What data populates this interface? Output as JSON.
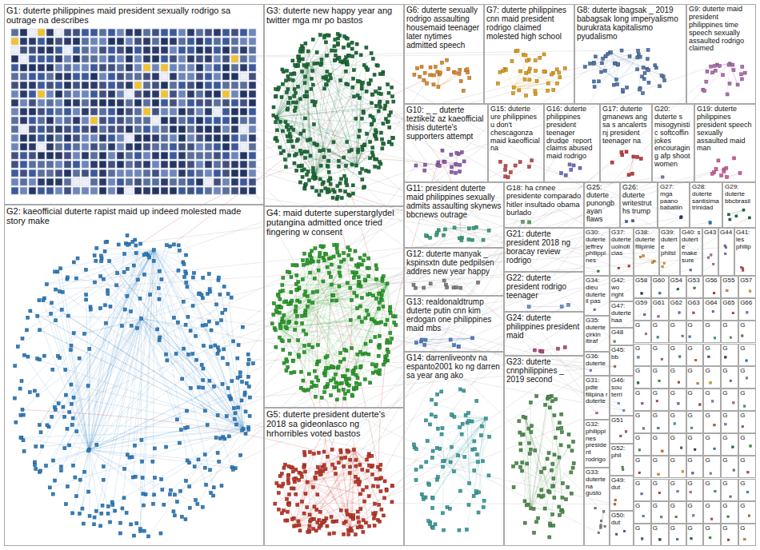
{
  "diagram": {
    "nodes": [
      {
        "text": [
          "G1: duterte philippines maid president sexually rodrigo sa outrage na describes"
        ]
      },
      {
        "text": [
          "G2: kaeofficial duterte rapist maid up indeed molested made story make"
        ]
      },
      {
        "text": [
          "G3: duterte new happy year ang twitter mga mr po bastos"
        ]
      },
      {
        "text": [
          "G4: maid duterte superstarglydel putangina admitted once tried fingering w consent"
        ]
      },
      {
        "text": [
          "G5: duterte president duterte's 2018 sa gideonlasco ng hrhorribles voted bastos"
        ]
      },
      {
        "text": [
          "G6: duterte sexually rodrigo assaulting housemaid teenager later nytimes admitted speech"
        ]
      },
      {
        "text": [
          "G7: duterte philippines cnn maid president rodrigo claimed molested high school"
        ]
      },
      {
        "text": [
          "G8: duterte ibagsak _ 2019 babagsak long imperyalismo burukrata kapitalismo pyudalismo"
        ]
      },
      {
        "text": [
          "G9: duterte maid president philippines time speech sexually assaulted rodrigo claimed"
        ]
      },
      {
        "text": [
          "G10: _ _ duterte teztikelz az kaeofficial thisis duterte's supporters attempt"
        ]
      },
      {
        "text": [
          "G15: duterte ure philippines u don't chescagonza maid kaeofficial na"
        ]
      },
      {
        "text": [
          "G16: duterte philippines president teenager drudge_report claims abused maid rodrigo"
        ]
      },
      {
        "text": [
          "G17: duterte gmanews ang sa s ancalerts nj president teenager na"
        ]
      },
      {
        "text": [
          "G20: duterte s misogynistic softcoffin jokes encouraging afp shoot women"
        ]
      },
      {
        "text": [
          "G19: duterte philippines president speech sexually assaulted maid man"
        ]
      },
      {
        "text": [
          "G11: president duterte maid philippines sexually admits assaulting skynews bbcnews outrage"
        ]
      },
      {
        "text": [
          "G12: duterte manyak _ kspinsxtn dute pedpilsen addres new year happy"
        ]
      },
      {
        "text": [
          "G13: realdonaldtrump duterte putin cnn kim erdogan one philippines maid mbs"
        ]
      },
      {
        "text": [
          "G14: darrenliveontv na espanto2001 ko ng darren sa year ang ako"
        ]
      },
      {
        "text": [
          "G18: ha cnnee presidente comparado hitler insultado obama burlado"
        ]
      },
      {
        "text": [
          "G21: duterte president 2018 ng boracay review rodrigo"
        ]
      },
      {
        "text": [
          "G22: duterte president rodrigo teenager"
        ]
      },
      {
        "text": [
          "G24: duterte philippines president maid"
        ]
      },
      {
        "text": [
          "G23: duterte cnnphilippines _ 2019 second"
        ]
      },
      {
        "text": [
          "G25: duterte punongbayan flaws"
        ]
      },
      {
        "text": [
          "G26: duterte writestruths trump"
        ]
      },
      {
        "text": [
          "G27: mga paano babatiin"
        ]
      },
      {
        "text": [
          "G28: duterte santisima trinidad"
        ]
      },
      {
        "text": [
          "G29: duterte bbcbrasil"
        ]
      },
      {
        "text": [
          "G30: duterte jeffrey philippines"
        ]
      },
      {
        "text": [
          "G37: duterte uolnoticias"
        ]
      },
      {
        "text": [
          "G38: duterte filipinle"
        ]
      },
      {
        "text": [
          "G39: duterte philst"
        ]
      },
      {
        "text": [
          "G40: s duterte make sure"
        ]
      },
      {
        "text": [
          "G43"
        ]
      },
      {
        "text": [
          "G44"
        ]
      },
      {
        "text": [
          "G41: les philip"
        ]
      },
      {
        "text": [
          "G34: dieu duterte il pas"
        ]
      },
      {
        "text": [
          "G35: duterte çirkin itiraf"
        ]
      },
      {
        "text": [
          "G36: duterte"
        ]
      },
      {
        "text": [
          "G31: pdte filipina r duterte"
        ]
      },
      {
        "text": [
          "G32: philippines president rodrigo"
        ]
      },
      {
        "text": [
          "G33: duterte na gusto"
        ]
      },
      {
        "text": [
          "G42: wo right"
        ]
      },
      {
        "text": [
          "G47: duterte haa"
        ]
      },
      {
        "text": [
          "G48"
        ]
      },
      {
        "text": [
          "G45: bb"
        ]
      },
      {
        "text": [
          "G46: sou terri"
        ]
      },
      {
        "text": [
          "G51"
        ]
      },
      {
        "text": [
          "G52: phil"
        ]
      },
      {
        "text": [
          "G49: dut"
        ]
      },
      {
        "text": [
          "G50: dut"
        ]
      },
      {
        "text": [
          "G58"
        ]
      },
      {
        "text": [
          "G60"
        ]
      },
      {
        "text": [
          "G54"
        ]
      },
      {
        "text": [
          "G53"
        ]
      },
      {
        "text": [
          "G56"
        ]
      },
      {
        "text": [
          "G55"
        ]
      },
      {
        "text": [
          "G57"
        ]
      },
      {
        "text": [
          "G59"
        ]
      },
      {
        "text": [
          "G61"
        ]
      },
      {
        "text": [
          "G62"
        ]
      },
      {
        "text": [
          "G63"
        ]
      },
      {
        "text": [
          "G64"
        ]
      },
      {
        "text": [
          "G65"
        ]
      },
      {
        "text": [
          "G66"
        ]
      },
      {
        "text": [
          "G"
        ]
      },
      {
        "text": [
          "G"
        ]
      },
      {
        "text": [
          "G"
        ]
      },
      {
        "text": [
          "G"
        ]
      },
      {
        "text": [
          "G"
        ]
      },
      {
        "text": [
          "G"
        ]
      },
      {
        "text": [
          "G"
        ]
      },
      {
        "text": [
          "G"
        ]
      },
      {
        "text": [
          "G"
        ]
      },
      {
        "text": [
          "G"
        ]
      },
      {
        "text": [
          "G"
        ]
      },
      {
        "text": [
          "G"
        ]
      },
      {
        "text": [
          "G"
        ]
      },
      {
        "text": [
          "G"
        ]
      },
      {
        "text": [
          "G"
        ]
      },
      {
        "text": [
          "G"
        ]
      },
      {
        "text": [
          "G"
        ]
      },
      {
        "text": [
          "G"
        ]
      },
      {
        "text": [
          "G"
        ]
      },
      {
        "text": [
          "G"
        ]
      },
      {
        "text": [
          "G"
        ]
      },
      {
        "text": [
          "G"
        ]
      },
      {
        "text": [
          "G"
        ]
      },
      {
        "text": [
          "G"
        ]
      },
      {
        "text": [
          "G"
        ]
      },
      {
        "text": [
          "G"
        ]
      },
      {
        "text": [
          "G"
        ]
      },
      {
        "text": [
          "G"
        ]
      },
      {
        "text": [
          "G"
        ]
      },
      {
        "text": [
          "G"
        ]
      },
      {
        "text": [
          "G"
        ]
      },
      {
        "text": [
          "G"
        ]
      },
      {
        "text": [
          "G"
        ]
      },
      {
        "text": [
          "G"
        ]
      },
      {
        "text": [
          "G"
        ]
      },
      {
        "text": [
          "G"
        ]
      },
      {
        "text": [
          "G"
        ]
      },
      {
        "text": [
          "G"
        ]
      },
      {
        "text": [
          "G"
        ]
      },
      {
        "text": [
          "G"
        ]
      },
      {
        "text": [
          "G"
        ]
      },
      {
        "text": [
          "G"
        ]
      },
      {
        "text": [
          "G"
        ]
      },
      {
        "text": [
          "G"
        ]
      },
      {
        "text": [
          "G"
        ]
      },
      {
        "text": [
          "G"
        ]
      },
      {
        "text": [
          "G"
        ]
      },
      {
        "text": [
          "G"
        ]
      },
      {
        "text": [
          "G"
        ]
      },
      {
        "text": [
          "G"
        ]
      },
      {
        "text": [
          "G"
        ]
      },
      {
        "text": [
          "G"
        ]
      },
      {
        "text": [
          "G"
        ]
      },
      {
        "text": [
          "G"
        ]
      },
      {
        "text": [
          "G"
        ]
      },
      {
        "text": [
          "G"
        ]
      },
      {
        "text": [
          "G"
        ]
      },
      {
        "text": [
          "G"
        ]
      },
      {
        "text": [
          "G"
        ]
      },
      {
        "text": [
          "G"
        ]
      },
      {
        "text": [
          "G"
        ]
      },
      {
        "text": [
          "G"
        ]
      },
      {
        "text": [
          "G"
        ]
      },
      {
        "text": [
          "G"
        ]
      },
      {
        "text": [
          "G"
        ]
      },
      {
        "text": [
          "G"
        ]
      },
      {
        "text": [
          "G"
        ]
      },
      {
        "text": [
          "G"
        ]
      },
      {
        "text": [
          "G"
        ]
      },
      {
        "text": [
          "G"
        ]
      }
    ]
  }
}
